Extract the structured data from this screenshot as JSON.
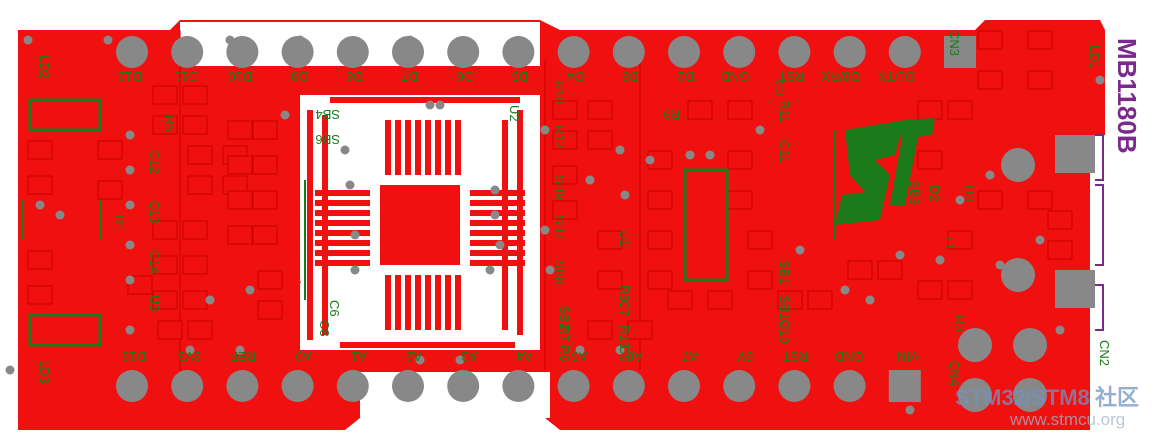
{
  "board": {
    "part_number": "MB1180B",
    "colors": {
      "copper": "#f01010",
      "copper_dark": "#c80000",
      "silkscreen": "#1a7a1a",
      "board_edge": "#7a2a8a",
      "pad": "#888888",
      "background": "#ffffff"
    }
  },
  "top_pins": [
    "D12",
    "D11",
    "D10",
    "D9",
    "D8",
    "D7",
    "D6",
    "D5",
    "D4",
    "D3",
    "D2",
    "GND",
    "RST",
    "D0/RX",
    "D1/TX"
  ],
  "bottom_pins": [
    "D13",
    "3V3",
    "REF",
    "A0",
    "A1",
    "A2",
    "A3",
    "A4",
    "A5",
    "A6",
    "A7",
    "5V",
    "RST",
    "GND",
    "VIN"
  ],
  "components": [
    "LD2",
    "LD3",
    "LD1",
    "R5",
    "C12",
    "C13",
    "C14",
    "U3",
    "B1",
    "SB4",
    "SB6",
    "U2",
    "R10",
    "R12",
    "SB9",
    "SB7",
    "SB8",
    "SB2",
    "R9",
    "R11",
    "C11",
    "R8",
    "C7",
    "R13",
    "C5",
    "U1",
    "SB1",
    "SB10",
    "C10",
    "SB3",
    "T1",
    "D3",
    "D2",
    "R3",
    "CN3",
    "CN2",
    "CN4",
    "C3",
    "C6",
    "C8",
    "R6",
    "R7"
  ],
  "watermark": {
    "line1a": "STM32",
    "line1b": "/STM8",
    "line1c": "社区",
    "line2": "www.stmcu.org"
  }
}
